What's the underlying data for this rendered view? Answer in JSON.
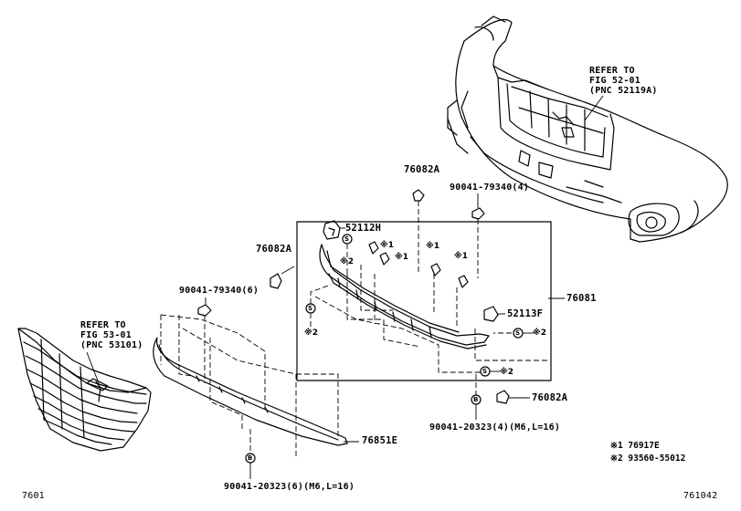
{
  "diagram": {
    "labels": {
      "refer_top_1": "REFER TO",
      "refer_top_2": "FIG 52-01",
      "refer_top_3": "(PNC 52119A)",
      "refer_left_1": "REFER TO",
      "refer_left_2": "FIG 53-01",
      "refer_left_3": "(PNC 53101)",
      "p76082a_top": "76082A",
      "p76082a_left": "76082A",
      "p76082a_bottom": "76082A",
      "p90041_79340_4": "90041-79340(4)",
      "p90041_79340_6": "90041-79340(6)",
      "p52112h": "52112H",
      "p52113f": "52113F",
      "p76081": "76081",
      "p76851e": "76851E",
      "p90041_20323_4": "90041-20323(4)(M6,L=16)",
      "p90041_20323_6": "90041-20323(6)(M6,L=16)",
      "legend_1": "※1 76917E",
      "legend_2": "※2 93560-55012",
      "corner_left": "7601",
      "corner_right": "761042"
    },
    "marks": {
      "m1a": "※1",
      "m1b": "※1",
      "m1c": "※1",
      "m1d": "※1",
      "m2a": "※2",
      "m2b": "※2",
      "m2c": "※2",
      "m2d": "※2",
      "s": "S",
      "b": "B"
    }
  }
}
